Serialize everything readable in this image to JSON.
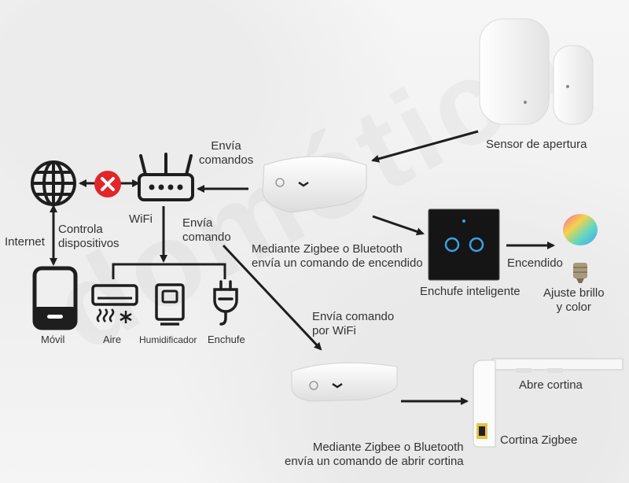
{
  "labels": {
    "envia_comandos": "Envía\ncomandos",
    "sensor_apertura": "Sensor de apertura",
    "wifi": "WiFi",
    "envia_comando": "Envía\ncomando",
    "internet": "Internet",
    "controla_dispositivos": "Controla\ndispositivos",
    "zigbee_encendido": "Mediante Zigbee o Bluetooth\nenvía un comando de encendido",
    "encendido": "Encendido",
    "ajuste": "Ajuste brillo\ny color",
    "enchufe_inteligente": "Enchufe inteligente",
    "movil": "Móvil",
    "aire": "Aire",
    "humidificador": "Humidificador",
    "enchufe": "Enchufe",
    "envia_comando_wifi": "Envía comando\npor WiFi",
    "abre_cortina": "Abre cortina",
    "cortina_zigbee": "Cortina Zigbee",
    "zigbee_abrir_cortina": "Mediante Zigbee o Bluetooth\nenvía un comando de abrir cortina"
  },
  "colors": {
    "icon_dark": "#1e1e1e",
    "blocked_red": "#e0262a",
    "switch_ring": "#3aa0e6",
    "hub_white": "#fafafa"
  },
  "icons": [
    "globe-icon",
    "blocked-icon",
    "router-icon",
    "phone-icon",
    "air-conditioner-icon",
    "humidifier-icon",
    "plug-icon",
    "hub-icon",
    "door-sensor-icon",
    "smart-switch-icon",
    "rgb-bulb-icon",
    "curtain-motor-icon"
  ]
}
